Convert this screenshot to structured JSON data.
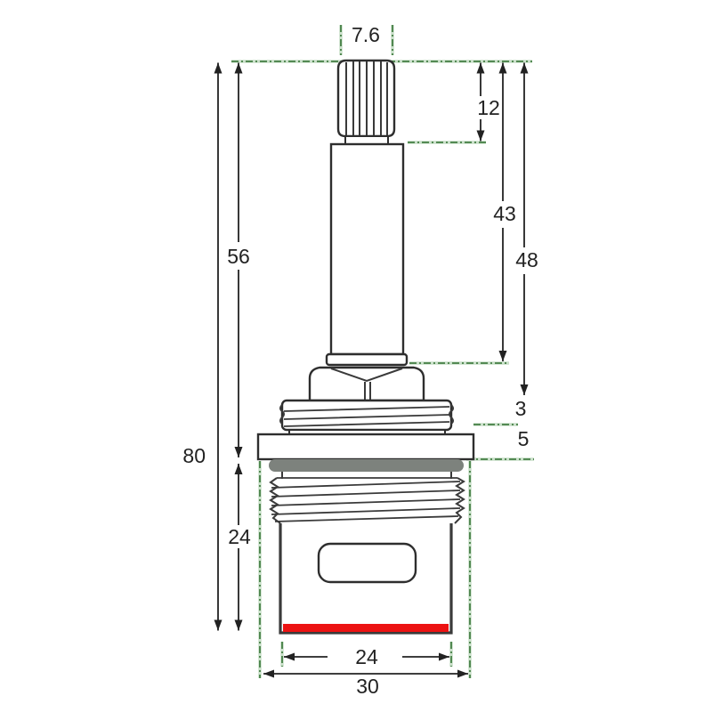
{
  "diagram": {
    "dimensions": {
      "spline_width": "7.6",
      "spline_length": "12",
      "shaft_to_hex": "43",
      "shaft_overall": "48",
      "head_height": "56",
      "overall_height": "80",
      "collar_thread_height": "3",
      "flange_thickness": "5",
      "body_height": "24",
      "body_width": "24",
      "overall_width": "30"
    },
    "colors": {
      "washer": "#7d827d",
      "seal": "#ec1212",
      "extension_line": "#447f44",
      "outline": "#2e2e2e"
    }
  }
}
